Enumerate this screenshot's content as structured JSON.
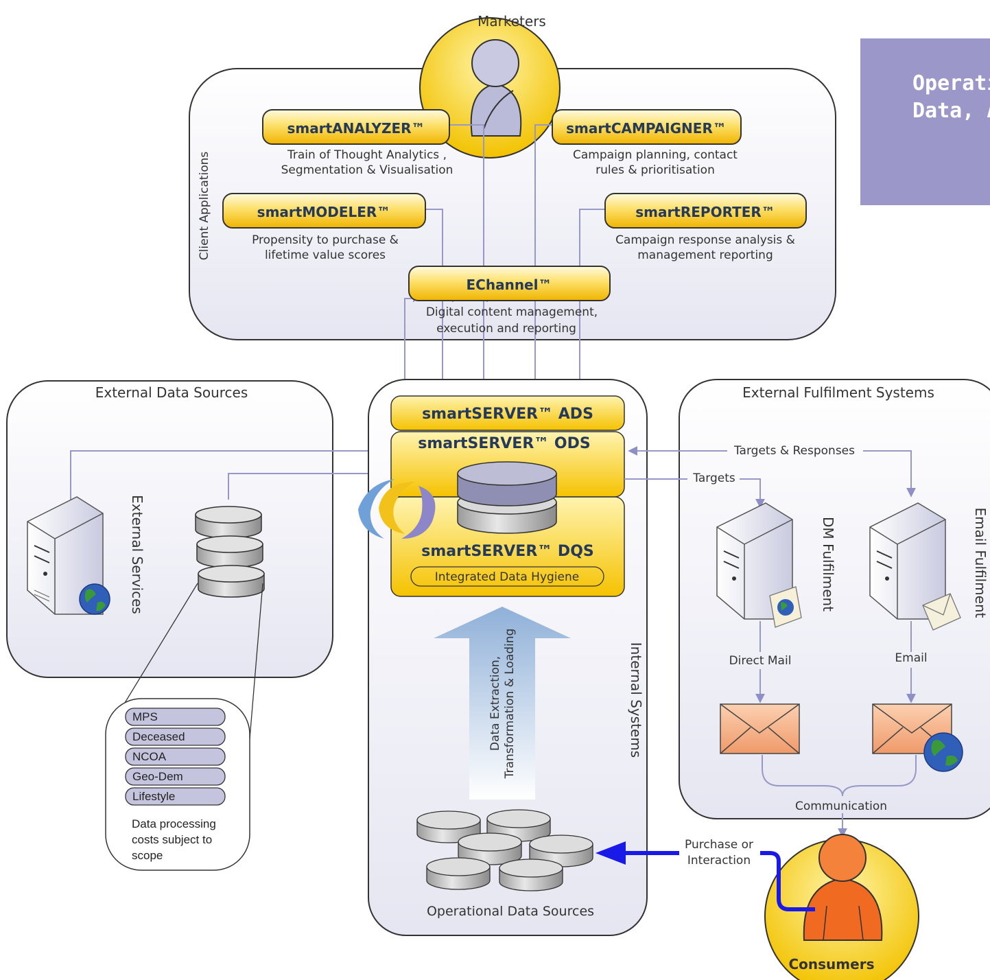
{
  "banner": {
    "line1": "Operational",
    "line2": "Data, Analysis"
  },
  "marketers": {
    "label": "Marketers"
  },
  "consumers": {
    "label": "Consumers"
  },
  "client_apps": {
    "group_label": "Client Applications",
    "analyzer": {
      "name": "smartANALYZER™",
      "desc1": "Train of Thought Analytics ,",
      "desc2": "Segmentation & Visualisation"
    },
    "campaigner": {
      "name": "smartCAMPAIGNER™",
      "desc1": "Campaign planning, contact",
      "desc2": "rules & prioritisation"
    },
    "modeler": {
      "name": "smartMODELER™",
      "desc1": "Propensity to purchase &",
      "desc2": "lifetime value scores"
    },
    "reporter": {
      "name": "smartREPORTER™",
      "desc1": "Campaign response analysis &",
      "desc2": "management reporting"
    },
    "echannel": {
      "name": "EChannel™",
      "desc1": "Digital content management,",
      "desc2": "execution and reporting"
    }
  },
  "external_sources": {
    "title": "External Data Sources",
    "services_label": "External Services",
    "list": [
      "MPS",
      "Deceased",
      "NCOA",
      "Geo-Dem",
      "Lifestyle"
    ],
    "note1": "Data processing",
    "note2": "costs subject to",
    "note3": "scope"
  },
  "internal": {
    "label": "Internal Systems",
    "ads": "smartSERVER™ ADS",
    "ods": "smartSERVER™ ODS",
    "dqs": "smartSERVER™ DQS",
    "hygiene": "Integrated Data Hygiene",
    "etl1": "Data Extraction,",
    "etl2": "Transformation & Loading",
    "ops": "Operational Data Sources"
  },
  "fulfilment": {
    "title": "External Fulfilment Systems",
    "targets_responses": "Targets & Responses",
    "targets": "Targets",
    "dm": "DM Fulfilment",
    "email_ful": "Email Fulfilment",
    "direct_mail": "Direct Mail",
    "email": "Email",
    "communication": "Communication"
  },
  "purchase": {
    "line1": "Purchase or",
    "line2": "Interaction"
  }
}
